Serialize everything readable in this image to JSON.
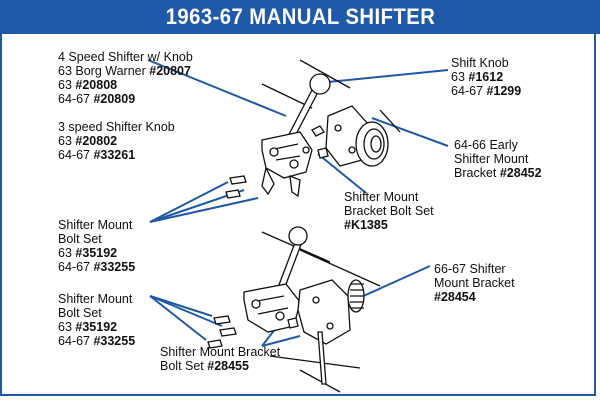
{
  "title": "1963-67 MANUAL SHIFTER",
  "colors": {
    "banner": "#1f5aa8",
    "leader": "#1f5aa8",
    "line_art": "#111111"
  },
  "labels": {
    "four_speed": {
      "line1": "4 Speed Shifter w/ Knob",
      "line2_prefix": "63 Borg Warner ",
      "line2_part": "#20807",
      "line3_prefix": "63 ",
      "line3_part": "#20808",
      "line4_prefix": "64-67 ",
      "line4_part": "#20809"
    },
    "three_speed": {
      "line1": "3 speed Shifter Knob",
      "line2_prefix": "63 ",
      "line2_part": "#20802",
      "line3_prefix": "64-67 ",
      "line3_part": "#33261"
    },
    "shift_knob": {
      "line1": "Shift Knob",
      "line2_prefix": "63 ",
      "line2_part": "#1612",
      "line3_prefix": "64-67 ",
      "line3_part": "#1299"
    },
    "early_bracket": {
      "line1": "64-66 Early",
      "line2": "Shifter Mount",
      "line3_prefix": "Bracket ",
      "line3_part": "#28452"
    },
    "bracket_bolt_set_top": {
      "line1": "Shifter Mount",
      "line2": "Bracket Bolt Set",
      "line3_part": "#K1385"
    },
    "mount_bolt_set_1": {
      "line1": "Shifter Mount",
      "line2": "Bolt Set",
      "line3_prefix": "63 ",
      "line3_part": "#35192",
      "line4_prefix": "64-67 ",
      "line4_part": "#33255"
    },
    "late_bracket": {
      "line1": "66-67 Shifter",
      "line2": "Mount Bracket",
      "line3_part": "#28454"
    },
    "mount_bolt_set_2": {
      "line1": "Shifter Mount",
      "line2": "Bolt Set",
      "line3_prefix": "63 ",
      "line3_part": "#35192",
      "line4_prefix": "64-67 ",
      "line4_part": "#33255"
    },
    "bracket_bolt_set_bottom": {
      "line1": "Shifter Mount Bracket",
      "line2_prefix": "Bolt Set ",
      "line2_part": "#28455"
    }
  }
}
